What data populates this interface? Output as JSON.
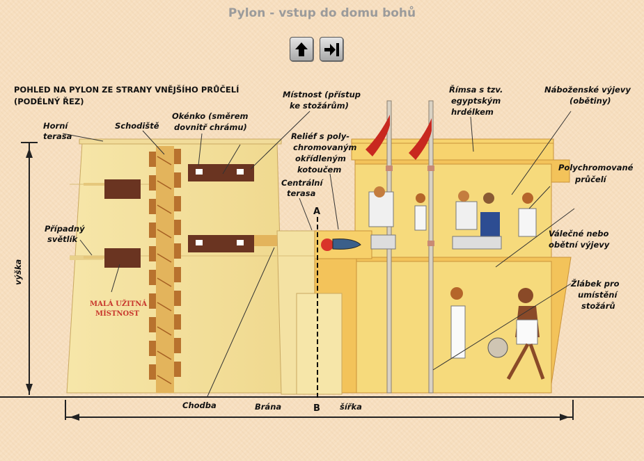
{
  "page": {
    "title": "Pylon - vstup do domu bohů"
  },
  "nav": {
    "up_label": "up-arrow-icon",
    "next_label": "next-end-icon"
  },
  "diagram": {
    "heading_line1": "POHLED NA PYLON ZE STRANY VNĚJŠÍHO PRŮČELÍ",
    "heading_line2": "(PODÉLNÝ ŘEZ)",
    "labels": {
      "horni_1": "Horní",
      "horni_2": "terasa",
      "schodiste": "Schodiště",
      "okenko_1": "Okénko (směrem",
      "okenko_2": "dovnitř chrámu)",
      "mistnost_1": "Místnost (přístup",
      "mistnost_2": "ke stožárům)",
      "relief_1": "Reliéf s poly-",
      "relief_2": "chromovaným",
      "relief_3": "okřídleným",
      "relief_4": "kotoučem",
      "centralni_1": "Centrální",
      "centralni_2": "terasa",
      "rimsa_1": "Římsa s tzv.",
      "rimsa_2": "egyptským",
      "rimsa_3": "hrdélkem",
      "nabozenske_1": "Náboženské výjevy",
      "nabozenske_2": "(obětiny)",
      "polychrom_1": "Polychromované",
      "polychrom_2": "průčelí",
      "valecne_1": "Válečné nebo",
      "valecne_2": "obětní výjevy",
      "zlabek_1": "Žlábek pro",
      "zlabek_2": "umístění",
      "zlabek_3": "stožárů",
      "pripadny_1": "Případný",
      "pripadny_2": "světlík",
      "mala_1": "MALÁ UŽITNÁ",
      "mala_2": "MÍSTNOST",
      "vyska": "výška",
      "chodba": "Chodba",
      "brana": "Brána",
      "sirka": "šířka",
      "a": "A",
      "b": "B"
    }
  }
}
